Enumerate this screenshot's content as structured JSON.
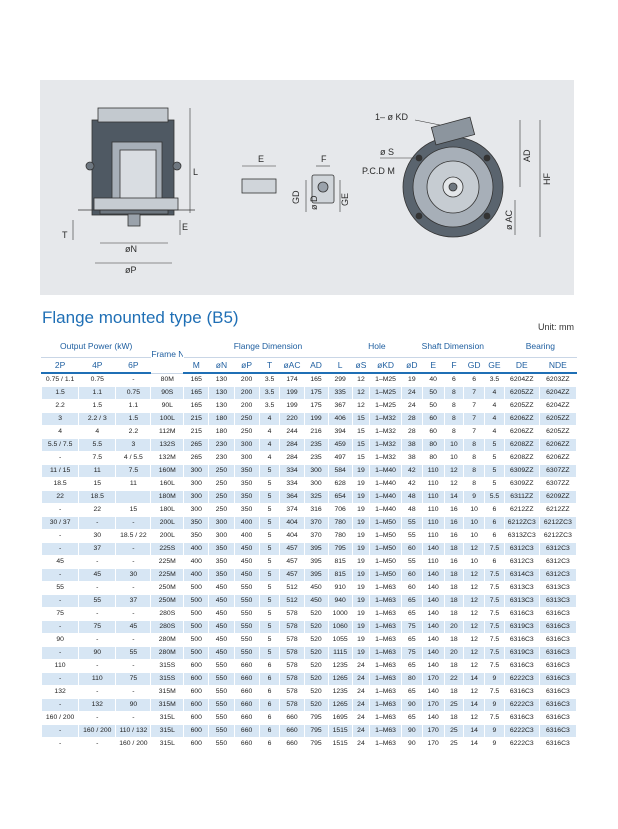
{
  "drawing": {
    "labels": {
      "L": "L",
      "T": "T",
      "E_left": "E",
      "N": "øN",
      "P": "øP",
      "E_shaft": "E",
      "F": "F",
      "GD": "GD",
      "D": "ø D",
      "GE": "GE",
      "KD": "1– ø KD",
      "S": "ø S",
      "PCD": "P.C.D M",
      "AC": "ø AC",
      "AD": "AD",
      "HF": "HF"
    }
  },
  "section": {
    "title": "Flange mounted type (B5)",
    "unit": "Unit: mm"
  },
  "table": {
    "group_headers": {
      "output": "Output Power (kW)",
      "frame": "Frame No.",
      "flange": "Flange Dimension",
      "hole": "Hole",
      "shaft": "Shaft Dimension",
      "bearing": "Bearing"
    },
    "columns": [
      "2P",
      "4P",
      "6P",
      "M",
      "øN",
      "øP",
      "T",
      "øAC",
      "AD",
      "L",
      "øS",
      "øKD",
      "øD",
      "E",
      "F",
      "GD",
      "GE",
      "DE",
      "NDE"
    ],
    "rows": [
      [
        "0.75 / 1.1",
        "0.75",
        "-",
        "80M",
        "165",
        "130",
        "200",
        "3.5",
        "174",
        "165",
        "299",
        "12",
        "1–M25",
        "19",
        "40",
        "6",
        "6",
        "3.5",
        "6204ZZ",
        "6203ZZ"
      ],
      [
        "1.5",
        "1.1",
        "0.75",
        "90S",
        "165",
        "130",
        "200",
        "3.5",
        "199",
        "175",
        "335",
        "12",
        "1–M25",
        "24",
        "50",
        "8",
        "7",
        "4",
        "6205ZZ",
        "6204ZZ"
      ],
      [
        "2.2",
        "1.5",
        "1.1",
        "90L",
        "165",
        "130",
        "200",
        "3.5",
        "199",
        "175",
        "367",
        "12",
        "1–M25",
        "24",
        "50",
        "8",
        "7",
        "4",
        "6205ZZ",
        "6204ZZ"
      ],
      [
        "3",
        "2.2 / 3",
        "1.5",
        "100L",
        "215",
        "180",
        "250",
        "4",
        "220",
        "199",
        "406",
        "15",
        "1–M32",
        "28",
        "60",
        "8",
        "7",
        "4",
        "6206ZZ",
        "6205ZZ"
      ],
      [
        "4",
        "4",
        "2.2",
        "112M",
        "215",
        "180",
        "250",
        "4",
        "244",
        "216",
        "394",
        "15",
        "1–M32",
        "28",
        "60",
        "8",
        "7",
        "4",
        "6206ZZ",
        "6205ZZ"
      ],
      [
        "5.5 / 7.5",
        "5.5",
        "3",
        "132S",
        "265",
        "230",
        "300",
        "4",
        "284",
        "235",
        "459",
        "15",
        "1–M32",
        "38",
        "80",
        "10",
        "8",
        "5",
        "6208ZZ",
        "6206ZZ"
      ],
      [
        "-",
        "7.5",
        "4 / 5.5",
        "132M",
        "265",
        "230",
        "300",
        "4",
        "284",
        "235",
        "497",
        "15",
        "1–M32",
        "38",
        "80",
        "10",
        "8",
        "5",
        "6208ZZ",
        "6206ZZ"
      ],
      [
        "11 / 15",
        "11",
        "7.5",
        "160M",
        "300",
        "250",
        "350",
        "5",
        "334",
        "300",
        "584",
        "19",
        "1–M40",
        "42",
        "110",
        "12",
        "8",
        "5",
        "6309ZZ",
        "6307ZZ"
      ],
      [
        "18.5",
        "15",
        "11",
        "160L",
        "300",
        "250",
        "350",
        "5",
        "334",
        "300",
        "628",
        "19",
        "1–M40",
        "42",
        "110",
        "12",
        "8",
        "5",
        "6309ZZ",
        "6307ZZ"
      ],
      [
        "22",
        "18.5",
        "",
        "180M",
        "300",
        "250",
        "350",
        "5",
        "364",
        "325",
        "654",
        "19",
        "1–M40",
        "48",
        "110",
        "14",
        "9",
        "5.5",
        "6311ZZ",
        "6209ZZ"
      ],
      [
        "-",
        "22",
        "15",
        "180L",
        "300",
        "250",
        "350",
        "5",
        "374",
        "316",
        "706",
        "19",
        "1–M40",
        "48",
        "110",
        "16",
        "10",
        "6",
        "6212ZZ",
        "6212ZZ"
      ],
      [
        "30 / 37",
        "-",
        "-",
        "200L",
        "350",
        "300",
        "400",
        "5",
        "404",
        "370",
        "780",
        "19",
        "1–M50",
        "55",
        "110",
        "16",
        "10",
        "6",
        "6212ZC3",
        "6212ZC3"
      ],
      [
        "-",
        "30",
        "18.5 / 22",
        "200L",
        "350",
        "300",
        "400",
        "5",
        "404",
        "370",
        "780",
        "19",
        "1–M50",
        "55",
        "110",
        "16",
        "10",
        "6",
        "6313ZC3",
        "6212ZC3"
      ],
      [
        "-",
        "37",
        "-",
        "225S",
        "400",
        "350",
        "450",
        "5",
        "457",
        "395",
        "795",
        "19",
        "1–M50",
        "60",
        "140",
        "18",
        "12",
        "7.5",
        "6312C3",
        "6312C3"
      ],
      [
        "45",
        "-",
        "-",
        "225M",
        "400",
        "350",
        "450",
        "5",
        "457",
        "395",
        "815",
        "19",
        "1–M50",
        "55",
        "110",
        "16",
        "10",
        "6",
        "6312C3",
        "6312C3"
      ],
      [
        "-",
        "45",
        "30",
        "225M",
        "400",
        "350",
        "450",
        "5",
        "457",
        "395",
        "815",
        "19",
        "1–M50",
        "60",
        "140",
        "18",
        "12",
        "7.5",
        "6314C3",
        "6312C3"
      ],
      [
        "55",
        "-",
        "-",
        "250M",
        "500",
        "450",
        "550",
        "5",
        "512",
        "450",
        "910",
        "19",
        "1–M63",
        "60",
        "140",
        "18",
        "12",
        "7.5",
        "6313C3",
        "6313C3"
      ],
      [
        "-",
        "55",
        "37",
        "250M",
        "500",
        "450",
        "550",
        "5",
        "512",
        "450",
        "940",
        "19",
        "1–M63",
        "65",
        "140",
        "18",
        "12",
        "7.5",
        "6313C3",
        "6313C3"
      ],
      [
        "75",
        "-",
        "-",
        "280S",
        "500",
        "450",
        "550",
        "5",
        "578",
        "520",
        "1000",
        "19",
        "1–M63",
        "65",
        "140",
        "18",
        "12",
        "7.5",
        "6316C3",
        "6316C3"
      ],
      [
        "-",
        "75",
        "45",
        "280S",
        "500",
        "450",
        "550",
        "5",
        "578",
        "520",
        "1060",
        "19",
        "1–M63",
        "75",
        "140",
        "20",
        "12",
        "7.5",
        "6319C3",
        "6316C3"
      ],
      [
        "90",
        "-",
        "-",
        "280M",
        "500",
        "450",
        "550",
        "5",
        "578",
        "520",
        "1055",
        "19",
        "1–M63",
        "65",
        "140",
        "18",
        "12",
        "7.5",
        "6316C3",
        "6316C3"
      ],
      [
        "-",
        "90",
        "55",
        "280M",
        "500",
        "450",
        "550",
        "5",
        "578",
        "520",
        "1115",
        "19",
        "1–M63",
        "75",
        "140",
        "20",
        "12",
        "7.5",
        "6319C3",
        "6316C3"
      ],
      [
        "110",
        "-",
        "-",
        "315S",
        "600",
        "550",
        "660",
        "6",
        "578",
        "520",
        "1235",
        "24",
        "1–M63",
        "65",
        "140",
        "18",
        "12",
        "7.5",
        "6316C3",
        "6316C3"
      ],
      [
        "-",
        "110",
        "75",
        "315S",
        "600",
        "550",
        "660",
        "6",
        "578",
        "520",
        "1265",
        "24",
        "1–M63",
        "80",
        "170",
        "22",
        "14",
        "9",
        "6222C3",
        "6316C3"
      ],
      [
        "132",
        "-",
        "-",
        "315M",
        "600",
        "550",
        "660",
        "6",
        "578",
        "520",
        "1235",
        "24",
        "1–M63",
        "65",
        "140",
        "18",
        "12",
        "7.5",
        "6316C3",
        "6316C3"
      ],
      [
        "-",
        "132",
        "90",
        "315M",
        "600",
        "550",
        "660",
        "6",
        "578",
        "520",
        "1265",
        "24",
        "1–M63",
        "90",
        "170",
        "25",
        "14",
        "9",
        "6222C3",
        "6316C3"
      ],
      [
        "160 / 200",
        "-",
        "-",
        "315L",
        "600",
        "550",
        "660",
        "6",
        "660",
        "795",
        "1695",
        "24",
        "1–M63",
        "65",
        "140",
        "18",
        "12",
        "7.5",
        "6316C3",
        "6316C3"
      ],
      [
        "-",
        "160 / 200",
        "110 / 132",
        "315L",
        "600",
        "550",
        "660",
        "6",
        "660",
        "795",
        "1515",
        "24",
        "1–M63",
        "90",
        "170",
        "25",
        "14",
        "9",
        "6222C3",
        "6316C3"
      ],
      [
        "-",
        "-",
        "160 / 200",
        "315L",
        "600",
        "550",
        "660",
        "6",
        "660",
        "795",
        "1515",
        "24",
        "1–M63",
        "90",
        "170",
        "25",
        "14",
        "9",
        "6222C3",
        "6316C3"
      ]
    ]
  }
}
